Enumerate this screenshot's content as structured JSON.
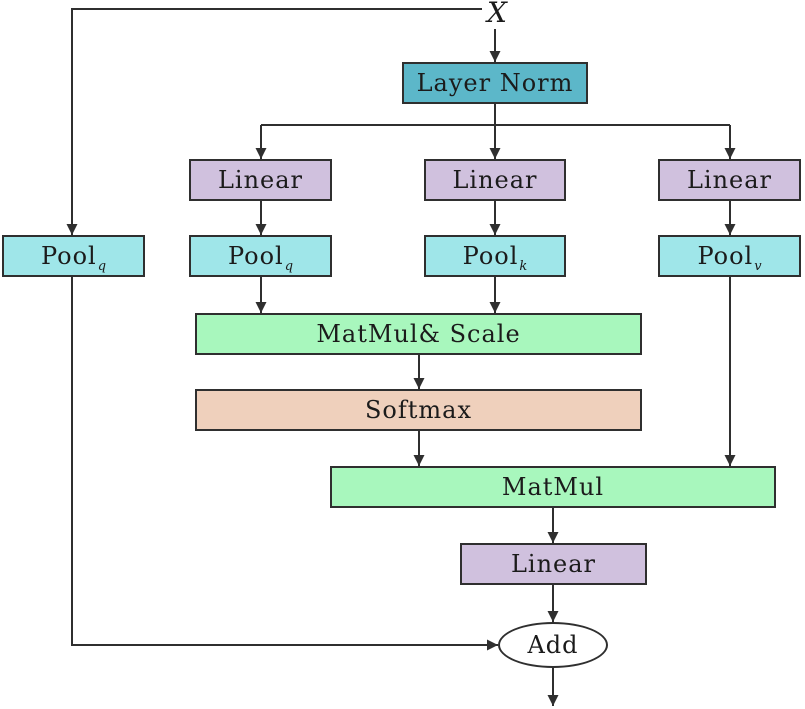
{
  "input": {
    "label": "X"
  },
  "nodes": {
    "layer_norm": "Layer Norm",
    "linear_q": "Linear",
    "linear_k": "Linear",
    "linear_v": "Linear",
    "pool_skip": {
      "label": "Pool",
      "sub": "q"
    },
    "pool_q": {
      "label": "Pool",
      "sub": "q"
    },
    "pool_k": {
      "label": "Pool",
      "sub": "k"
    },
    "pool_v": {
      "label": "Pool",
      "sub": "v"
    },
    "matmul_scale": "MatMul& Scale",
    "softmax": "Softmax",
    "matmul": "MatMul",
    "linear_out": "Linear",
    "add": "Add"
  },
  "colors": {
    "layer_norm": "#5cb7c9",
    "linear": "#d0c1de",
    "pool": "#9fe6e9",
    "matmul": "#a8f7bd",
    "softmax": "#efd0bc",
    "line": "#2f2f2f"
  }
}
